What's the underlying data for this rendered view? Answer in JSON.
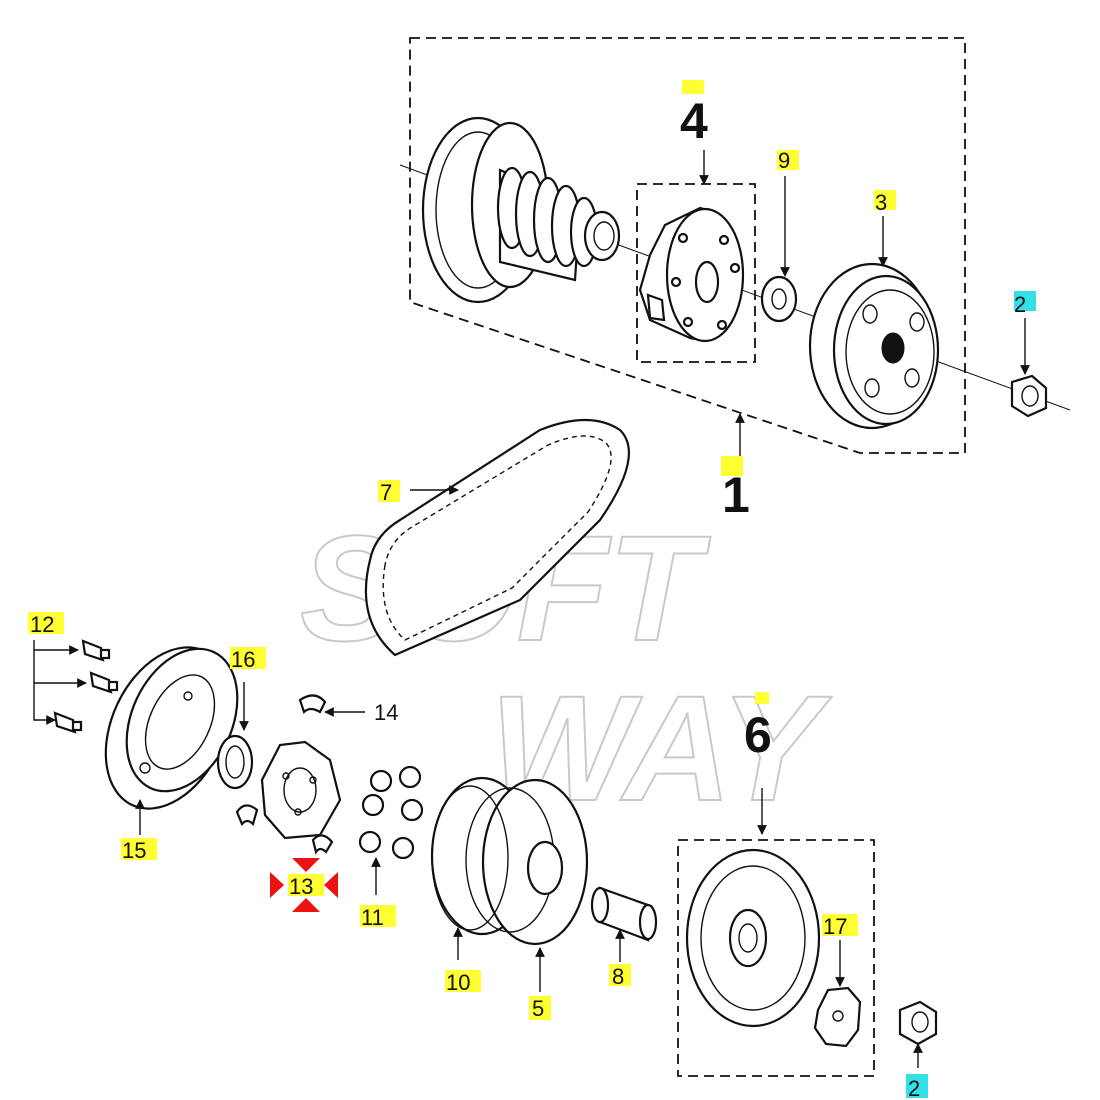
{
  "watermark": {
    "line1": "SOFT",
    "line2": "WAY"
  },
  "colors": {
    "highlight_yellow": "#ffff33",
    "highlight_cyan": "#33e0e8",
    "marker_red": "#ee1111"
  },
  "callouts": {
    "c1": "1",
    "c2_top": "2",
    "c2_bottom": "2",
    "c3": "3",
    "c4": "4",
    "c5": "5",
    "c6": "6",
    "c7": "7",
    "c8": "8",
    "c9": "9",
    "c10": "10",
    "c11": "11",
    "c12": "12",
    "c13": "13",
    "c14": "14",
    "c15": "15",
    "c16": "16",
    "c17": "17"
  }
}
